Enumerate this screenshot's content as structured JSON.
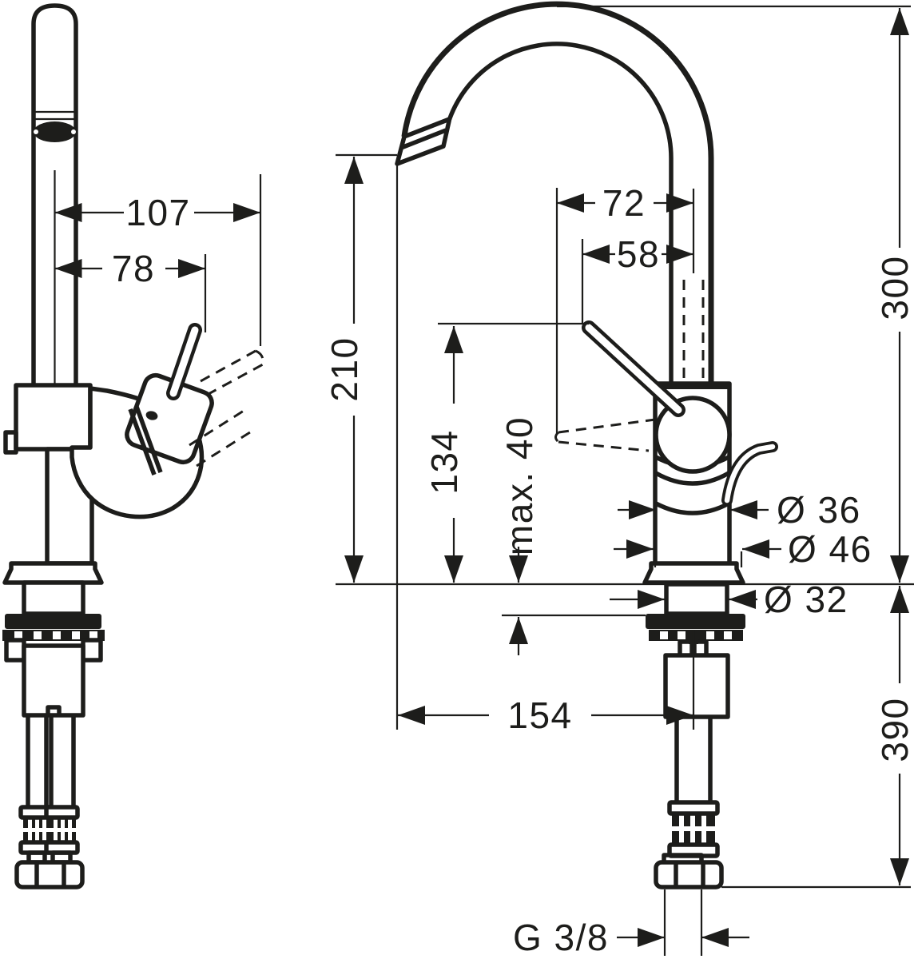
{
  "page": {
    "background": "#ffffff",
    "line_color": "#1d1d1b"
  },
  "dimensions": {
    "width_107": "107",
    "width_78": "78",
    "width_72": "72",
    "width_58": "58",
    "height_300": "300",
    "height_210": "210",
    "height_134": "134",
    "max_mount": "max. 40",
    "dia_body": "Ø 36",
    "dia_flange": "Ø 46",
    "dia_shank": "Ø 32",
    "reach_154": "154",
    "depth_390": "390",
    "thread": "G 3/8"
  }
}
